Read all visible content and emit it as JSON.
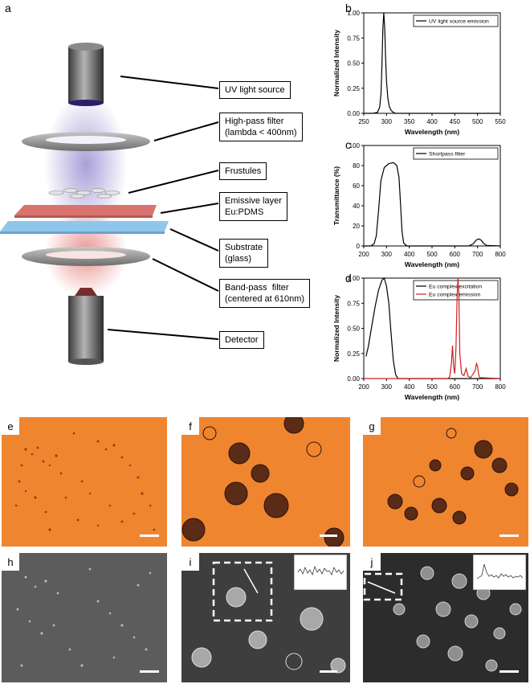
{
  "panels": {
    "a": "a",
    "b": "b",
    "c": "c",
    "d": "d",
    "e": "e",
    "f": "f",
    "g": "g",
    "h": "h",
    "i": "i",
    "j": "j"
  },
  "schematic": {
    "labels": [
      "UV light source",
      "High-pass filter\n(lambda < 400nm)",
      "Frustules",
      "Emissive layer\nEu:PDMS",
      "Substrate\n(glass)",
      "Band-pass  filter\n(centered at 610nm)",
      "Detector"
    ]
  },
  "colors": {
    "uv": "#8e80cc",
    "emissive": "#d9736f",
    "substrate": "#8fc6ec",
    "orange": "#f0822a",
    "excitation": "#000000",
    "emission": "#cc2222"
  },
  "chart_data": [
    {
      "type": "line",
      "xlabel": "Wavelength (nm)",
      "ylabel": "Normalized Intensity",
      "xlim": [
        250,
        550
      ],
      "ylim": [
        0,
        1.0
      ],
      "xticks": [
        "250",
        "300",
        "350",
        "400",
        "450",
        "500",
        "550"
      ],
      "yticks": [
        "0.00",
        "0.25",
        "0.50",
        "0.75",
        "1.00"
      ],
      "legend_position": "top-right",
      "series": [
        {
          "name": "UV light source emission",
          "x": [
            250,
            270,
            280,
            285,
            288,
            290,
            292,
            294,
            296,
            298,
            300,
            303,
            306,
            310,
            315,
            320,
            330,
            550
          ],
          "y": [
            0,
            0,
            0.01,
            0.06,
            0.2,
            0.5,
            0.85,
            1.0,
            0.85,
            0.55,
            0.32,
            0.15,
            0.07,
            0.03,
            0.01,
            0,
            0,
            0
          ]
        }
      ]
    },
    {
      "type": "line",
      "xlabel": "Wavelength (nm)",
      "ylabel": "Transmittance (%)",
      "xlim": [
        200,
        800
      ],
      "ylim": [
        0,
        100
      ],
      "xticks": [
        "200",
        "300",
        "400",
        "500",
        "600",
        "700",
        "800"
      ],
      "yticks": [
        "0",
        "20",
        "40",
        "60",
        "80",
        "100"
      ],
      "legend_position": "top-right",
      "series": [
        {
          "name": "Shortpass filter",
          "x": [
            200,
            230,
            245,
            255,
            265,
            275,
            290,
            310,
            330,
            345,
            355,
            362,
            368,
            375,
            390,
            600,
            660,
            680,
            695,
            705,
            715,
            725,
            740,
            800
          ],
          "y": [
            0,
            0,
            2,
            10,
            35,
            65,
            78,
            82,
            83,
            80,
            68,
            40,
            15,
            3,
            0,
            0,
            0,
            2,
            6,
            7,
            6,
            3,
            0.5,
            0
          ]
        }
      ]
    },
    {
      "type": "line",
      "xlabel": "Wavelength (nm)",
      "ylabel": "Normalized Intensity",
      "xlim": [
        200,
        800
      ],
      "ylim": [
        0,
        1.0
      ],
      "xticks": [
        "200",
        "300",
        "400",
        "500",
        "600",
        "700",
        "800"
      ],
      "yticks": [
        "0.00",
        "0.25",
        "0.50",
        "0.75",
        "1.00"
      ],
      "legend_position": "top-right",
      "series": [
        {
          "name": "Eu complex excitation",
          "x": [
            210,
            220,
            235,
            250,
            265,
            280,
            290,
            300,
            310,
            320,
            330,
            340,
            350,
            800
          ],
          "y": [
            0.22,
            0.32,
            0.52,
            0.72,
            0.88,
            0.98,
            1.0,
            0.92,
            0.75,
            0.45,
            0.18,
            0.04,
            0,
            0
          ]
        },
        {
          "name": "Eu complex emission",
          "x": [
            200,
            570,
            578,
            585,
            590,
            595,
            600,
            605,
            610,
            614,
            618,
            622,
            630,
            640,
            650,
            655,
            660,
            670,
            690,
            695,
            700,
            705,
            710,
            800
          ],
          "y": [
            0,
            0,
            0.02,
            0.15,
            0.33,
            0.12,
            0.05,
            0.3,
            0.8,
            1.0,
            0.85,
            0.25,
            0.05,
            0.03,
            0.1,
            0.05,
            0.02,
            0.01,
            0.08,
            0.15,
            0.12,
            0.04,
            0.01,
            0
          ]
        }
      ]
    }
  ],
  "inset_plots": {
    "i": "inset-plot",
    "j": "inset-plot"
  }
}
